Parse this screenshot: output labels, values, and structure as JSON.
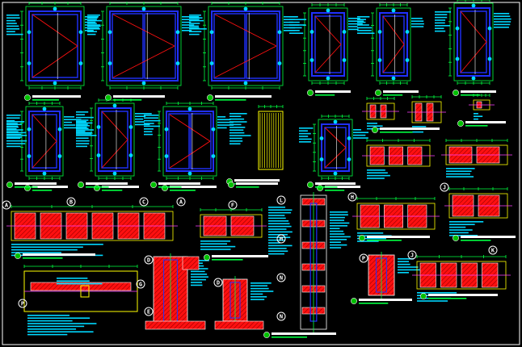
{
  "drawing": {
    "background": "#000000",
    "colors": {
      "frame": "#2030ff",
      "dimension": "#00ff40",
      "note": "#00d8ff",
      "section": "#ff1010",
      "hatch": "#a00000",
      "title_bar": "#ffffff",
      "marker": "#00c000",
      "outline": "#ffff00",
      "metal": "#ff40ff"
    },
    "section_markers": [
      "A",
      "B",
      "C",
      "A",
      "F",
      "L",
      "M",
      "H",
      "J",
      "D",
      "G",
      "N",
      "P",
      "J",
      "K",
      "E",
      "N"
    ]
  }
}
